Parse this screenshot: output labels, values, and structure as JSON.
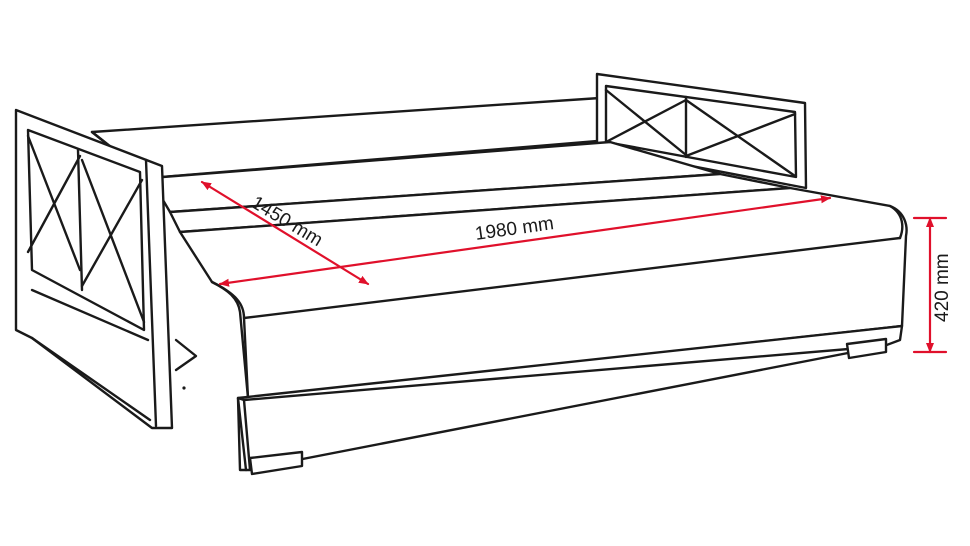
{
  "drawing": {
    "accent_color": "#e0102b",
    "line_color": "#1a1a1a",
    "dimensions": {
      "width_label": "1450 mm",
      "length_label": "1980 mm",
      "height_label": "420 mm"
    }
  }
}
